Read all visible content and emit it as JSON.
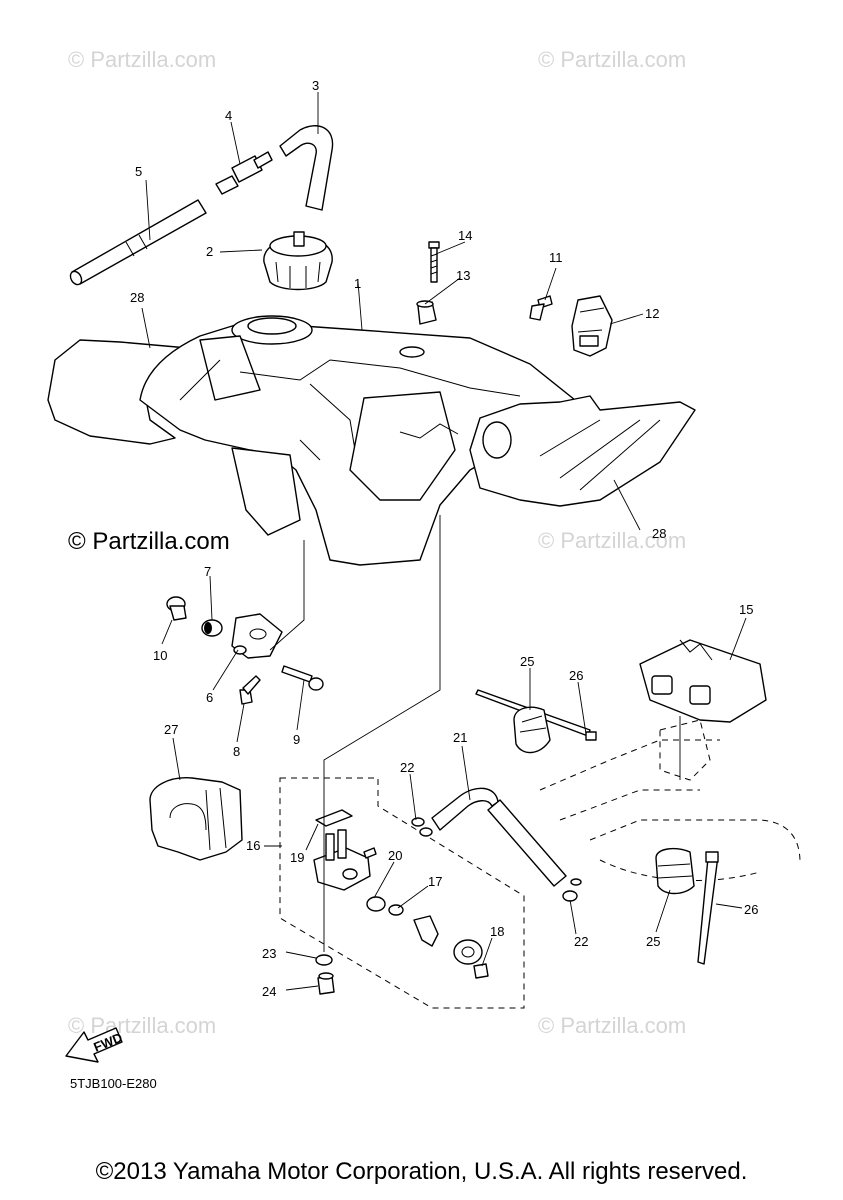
{
  "watermarks": {
    "top_left": "© Partzilla.com",
    "top_right": "© Partzilla.com",
    "mid_left": "© Partzilla.com",
    "mid_right": "© Partzilla.com",
    "bottom_left": "© Partzilla.com",
    "bottom_right": "© Partzilla.com"
  },
  "callouts": [
    "1",
    "2",
    "3",
    "4",
    "5",
    "6",
    "7",
    "8",
    "9",
    "10",
    "11",
    "12",
    "13",
    "14",
    "15",
    "16",
    "17",
    "18",
    "19",
    "20",
    "21",
    "22",
    "22",
    "23",
    "24",
    "25",
    "25",
    "26",
    "26",
    "27",
    "28",
    "28"
  ],
  "fwd_label": "FWD",
  "diagram_code": "5TJB100-E280",
  "copyright": "©2013 Yamaha Motor Corporation, U.S.A. All rights reserved."
}
